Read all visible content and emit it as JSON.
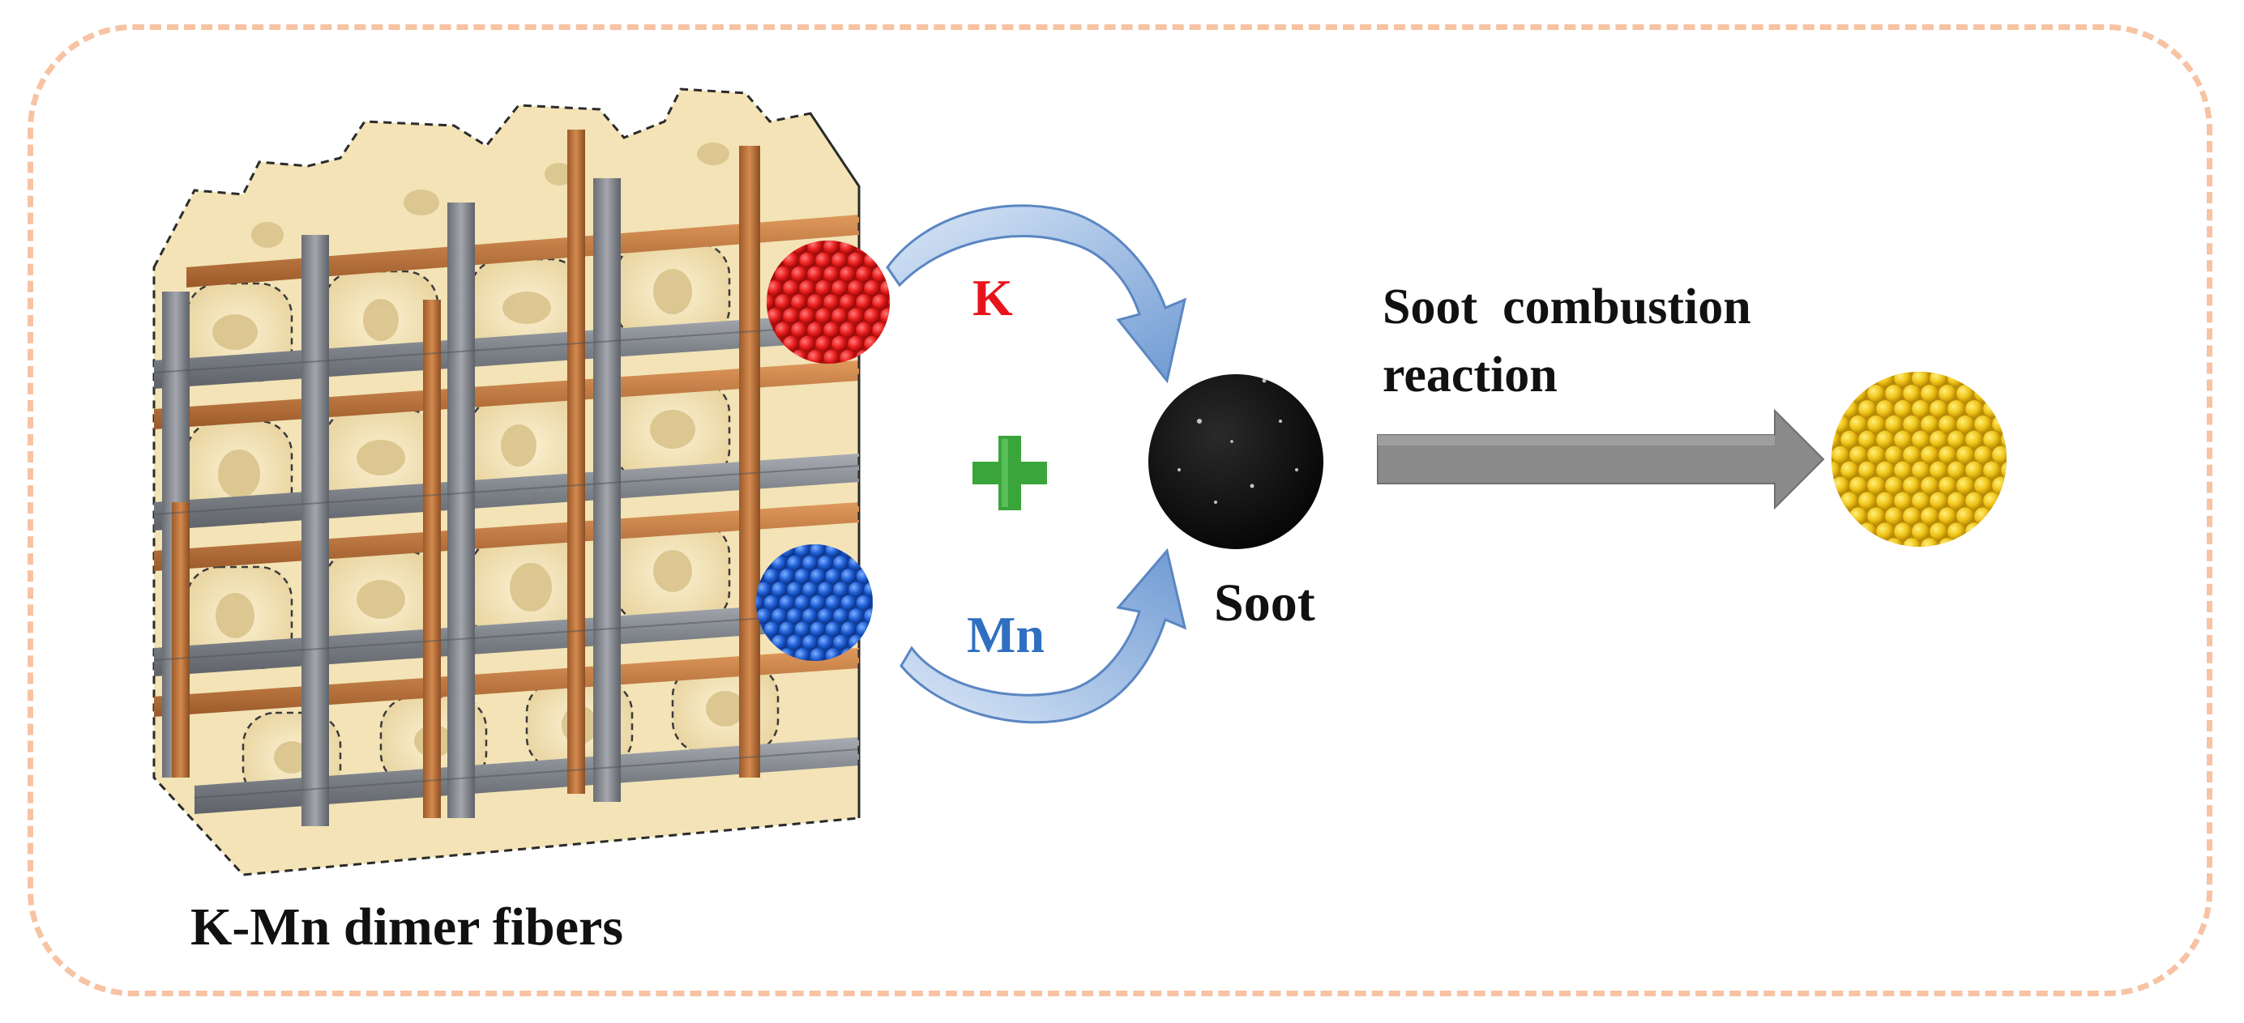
{
  "labels": {
    "fibers": "K-Mn dimer fibers",
    "k": "K",
    "mn": "Mn",
    "soot": "Soot",
    "reaction_line1": "Soot  combustion",
    "reaction_line2": "reaction"
  },
  "colors": {
    "border": "#f7c3a3",
    "k_label": "#e8141c",
    "mn_label": "#2f6fc0",
    "plus": "#3aa53a",
    "k_particle": "#e81c1c",
    "mn_particle": "#1f5fd6",
    "soot_particle": "#0d0d0d",
    "product_particle": "#f0c419",
    "reaction_arrow": "#8a8a8a",
    "curved_arrow": "#8fb4e0"
  },
  "icons": {
    "plus": "plus-icon",
    "reaction_arrow": "right-arrow-icon",
    "curved_arrow_top": "curved-arrow-down-icon",
    "curved_arrow_bottom": "curved-arrow-up-icon"
  }
}
